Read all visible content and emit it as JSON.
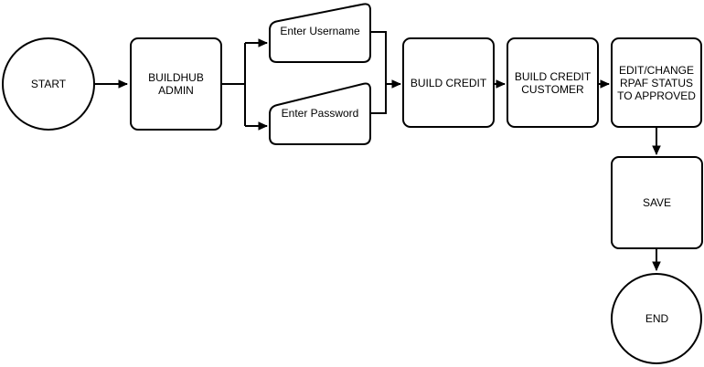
{
  "canvas": {
    "background": "#ffffff",
    "stroke_color": "#000000",
    "shape_fill": "#ffffff",
    "text_color": "#000000"
  },
  "nodes": {
    "start": {
      "label": "START",
      "shape": "circle-terminator"
    },
    "buildhub_admin": {
      "label": "BUILDHUB ADMIN",
      "shape": "rounded-rectangle"
    },
    "enter_username": {
      "label": "Enter Username",
      "shape": "manual-input"
    },
    "enter_password": {
      "label": "Enter Password",
      "shape": "manual-input"
    },
    "build_credit": {
      "label": "BUILD CREDIT",
      "shape": "rounded-rectangle"
    },
    "build_credit_customer": {
      "label": "BUILD CREDIT CUSTOMER",
      "shape": "rounded-rectangle"
    },
    "edit_change_rpaf": {
      "label": "EDIT/CHANGE RPAF STATUS TO APPROVED",
      "shape": "rounded-rectangle"
    },
    "save": {
      "label": "SAVE",
      "shape": "rounded-rectangle"
    },
    "end": {
      "label": "END",
      "shape": "circle-terminator"
    }
  },
  "edges": [
    {
      "from": "start",
      "to": "buildhub_admin"
    },
    {
      "from": "buildhub_admin",
      "to": "enter_username"
    },
    {
      "from": "buildhub_admin",
      "to": "enter_password"
    },
    {
      "from": "enter_username",
      "to": "build_credit"
    },
    {
      "from": "enter_password",
      "to": "build_credit"
    },
    {
      "from": "build_credit",
      "to": "build_credit_customer"
    },
    {
      "from": "build_credit_customer",
      "to": "edit_change_rpaf"
    },
    {
      "from": "edit_change_rpaf",
      "to": "save"
    },
    {
      "from": "save",
      "to": "end"
    }
  ]
}
